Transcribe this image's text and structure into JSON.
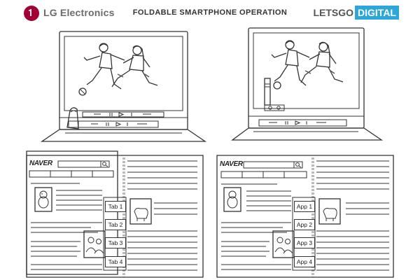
{
  "header": {
    "brand_name": "LG Electronics",
    "title": "FOLDABLE SMARTPHONE OPERATION",
    "watermark_part1": "LETSGO",
    "watermark_part2": "DIGITAL"
  },
  "figures": {
    "top_left": {
      "depicts": "laptop-style foldable showing soccer video with finger on dial"
    },
    "top_right": {
      "depicts": "laptop-style foldable showing soccer video with overlay slider"
    },
    "bottom_left": {
      "site_logo": "NAVER",
      "tabs": [
        "Tab 1",
        "Tab 2",
        "Tab 3",
        "Tab 4"
      ]
    },
    "bottom_right": {
      "site_logo": "NAVER",
      "apps": [
        "App 1",
        "App 2",
        "App 3",
        "App 4"
      ]
    }
  },
  "colors": {
    "lg_red": "#a50034",
    "letsgo_blue": "#2da6d9",
    "line": "#333333"
  }
}
